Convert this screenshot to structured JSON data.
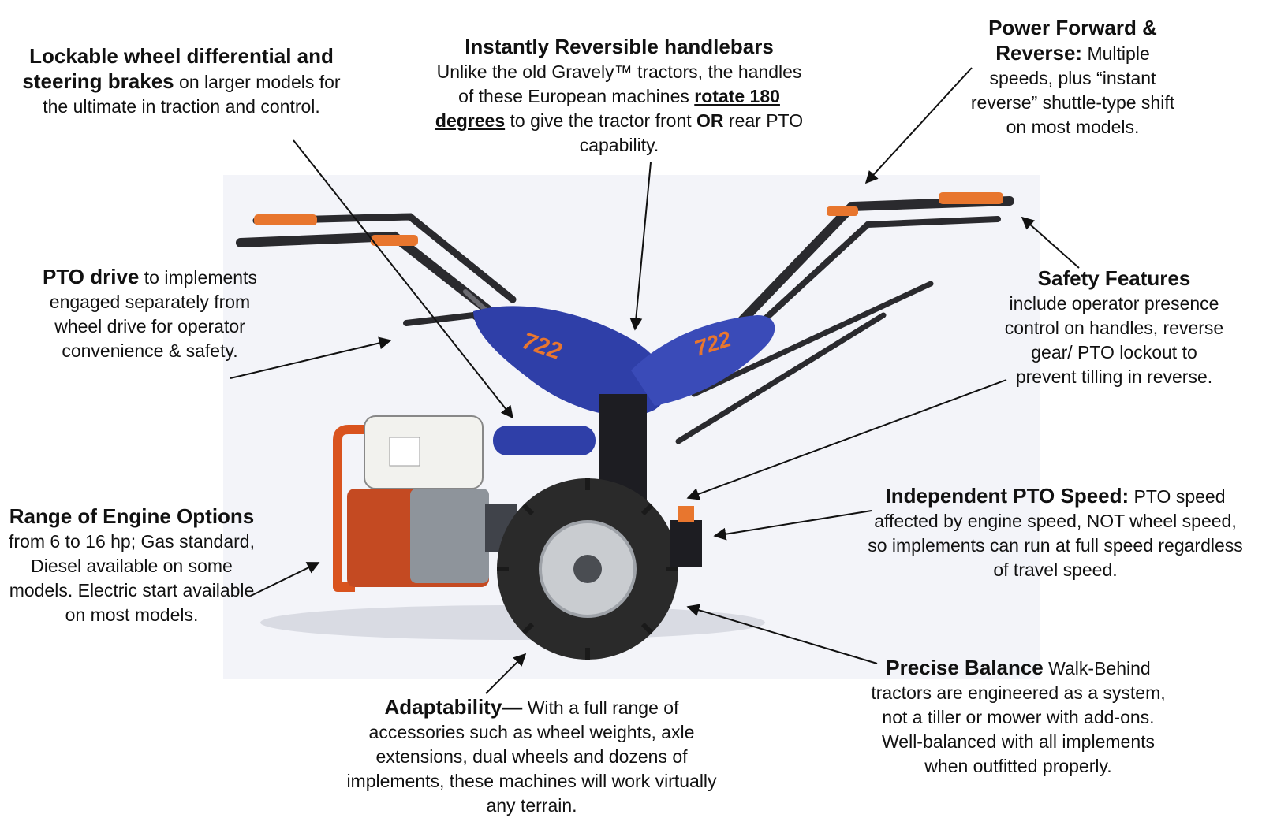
{
  "callouts": {
    "differential": {
      "lead": "Lockable wheel differential and steering brakes",
      "body": " on larger models for the ultimate in traction and control."
    },
    "handlebars": {
      "title": "Instantly Reversible handlebars",
      "t1": "Unlike the old Gravely™ tractors, the handles of these European machines ",
      "emph": "rotate 180 degrees",
      "t2": " to give the tractor front ",
      "or": "OR",
      "t3": " rear PTO capability."
    },
    "power": {
      "lead1": "Power Forward &",
      "lead2": "Reverse:",
      "body": " Multiple speeds, plus “instant reverse” shuttle-type shift on most models."
    },
    "pto_drive": {
      "lead": "PTO drive",
      "body": " to implements engaged separately from wheel drive for operator convenience & safety."
    },
    "safety": {
      "title": "Safety Features",
      "body": "include operator presence control on handles, reverse gear/ PTO lockout to prevent tilling in reverse."
    },
    "pto_speed": {
      "lead": "Independent PTO Speed:",
      "body": " PTO speed affected by engine speed, NOT wheel speed, so implements can run at full speed regardless of travel speed."
    },
    "engine": {
      "lead": "Range of Engine Options",
      "body": " from 6 to 16 hp; Gas standard, Diesel available on some models. Electric start available on most models."
    },
    "adaptability": {
      "lead": "Adaptability—",
      "body": " With a full range of accessories such as wheel weights, axle extensions, dual wheels and dozens of implements, these machines will work virtually any terrain."
    },
    "balance": {
      "lead": "Precise Balance",
      "body": " Walk-Behind tractors are engineered as a system, not a tiller or mower with add-ons.  Well-balanced with all implements when outfitted properly."
    }
  },
  "machine": {
    "model_left": "722",
    "model_right": "722",
    "colors": {
      "body_blue": "#2f3fa8",
      "engine_frame": "#d9531e",
      "handle_orange": "#e8762e",
      "tank_white": "#f2f2ee",
      "tire": "#2a2a2a",
      "rim": "#c9ccd0"
    }
  }
}
